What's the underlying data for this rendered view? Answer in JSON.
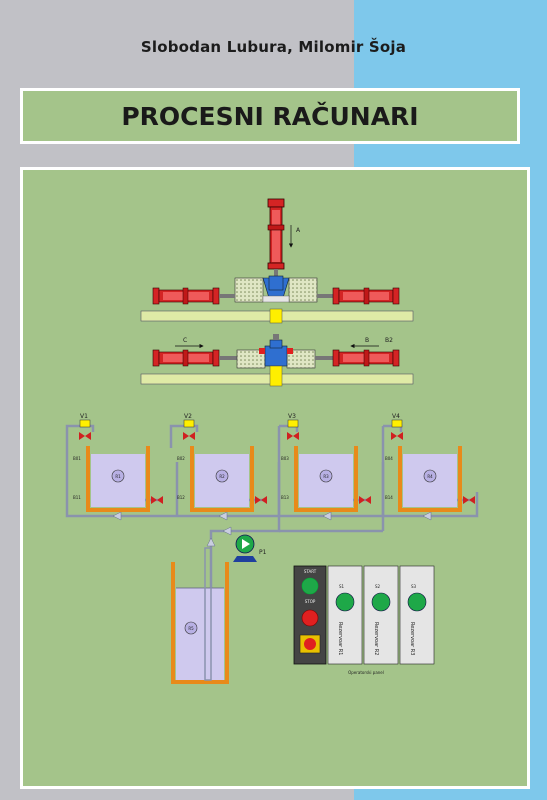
{
  "book": {
    "authors": "Slobodan Lubura,  Milomir Šoja",
    "title": "PROCESNI RAČUNARI"
  },
  "diagram": {
    "press": {
      "arrow_labels": [
        "A",
        "C",
        "B"
      ],
      "sensor_label": "B2"
    },
    "valves": [
      "V1",
      "V2",
      "V3",
      "V4"
    ],
    "tanks": [
      "R1",
      "R2",
      "R3",
      "R4"
    ],
    "upper_sensors": [
      "B01",
      "B02",
      "B03",
      "B04"
    ],
    "lower_sensors": [
      "B11",
      "B12",
      "B13",
      "B14"
    ],
    "reservoir": "R5",
    "pump": "P1",
    "control_panel": {
      "start_label": "START",
      "stop_label": "STOP",
      "module_tags": [
        "S1",
        "S2",
        "S3"
      ],
      "module_labels": [
        "Rezervoar R1",
        "Rezervoar R2",
        "Rezervoar R3"
      ],
      "caption": "Operatorski panel"
    }
  },
  "colors": {
    "left_background": "#c1c1c6",
    "right_background": "#7ec8eb",
    "panel_green": "#a4c48a",
    "cylinder_red": "#d42424",
    "tank_fill": "#cfc9ee",
    "tank_wall": "#e88a1a",
    "button_green": "#1ea848",
    "button_red": "#e02020"
  }
}
